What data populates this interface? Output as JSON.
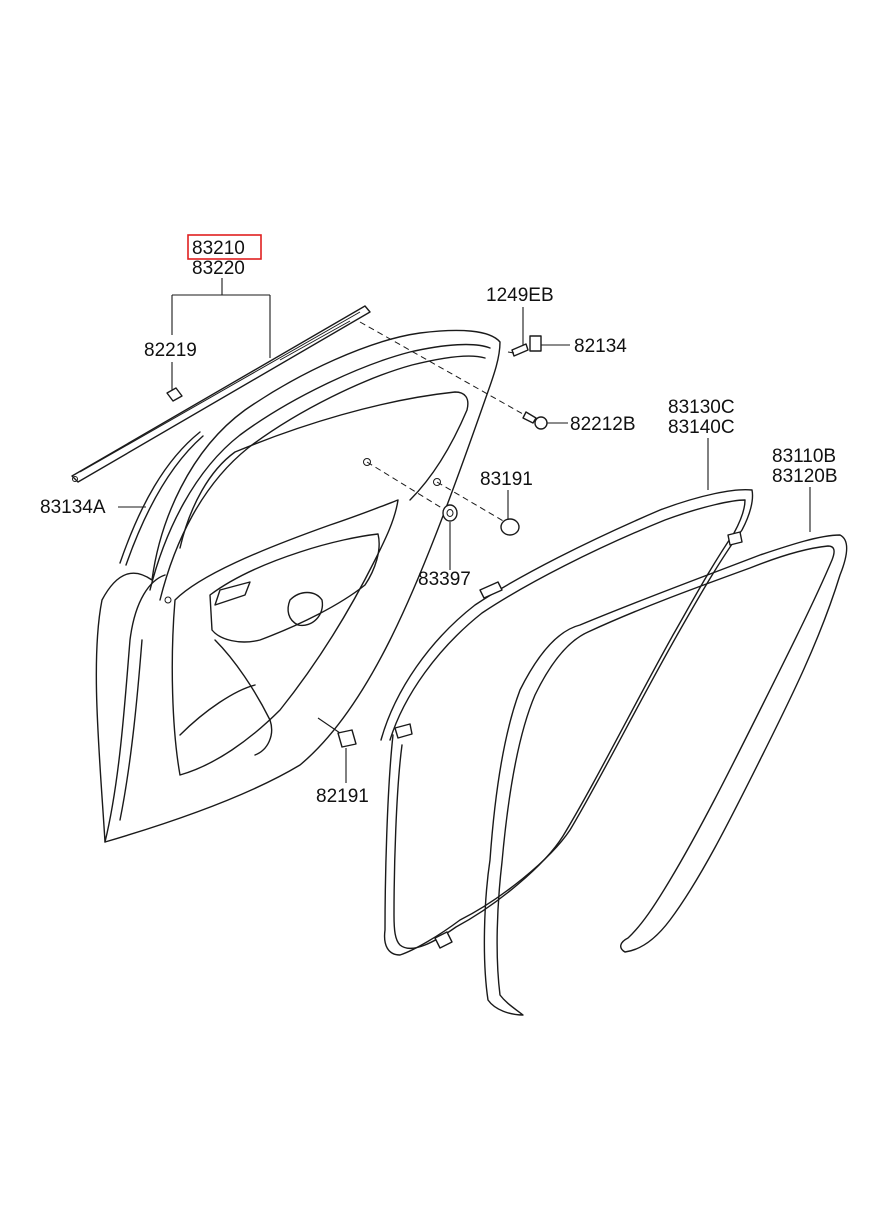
{
  "labels": {
    "p83210": "83210",
    "p83220": "83220",
    "p82219": "82219",
    "p83134A": "83134A",
    "p1249EB": "1249EB",
    "p82134": "82134",
    "p82212B": "82212B",
    "p83191": "83191",
    "p83397": "83397",
    "p82191": "82191",
    "p83130C": "83130C",
    "p83140C": "83140C",
    "p83110B": "83110B",
    "p83120B": "83120B"
  },
  "highlight": {
    "part": "83210",
    "color": "#e02020"
  }
}
